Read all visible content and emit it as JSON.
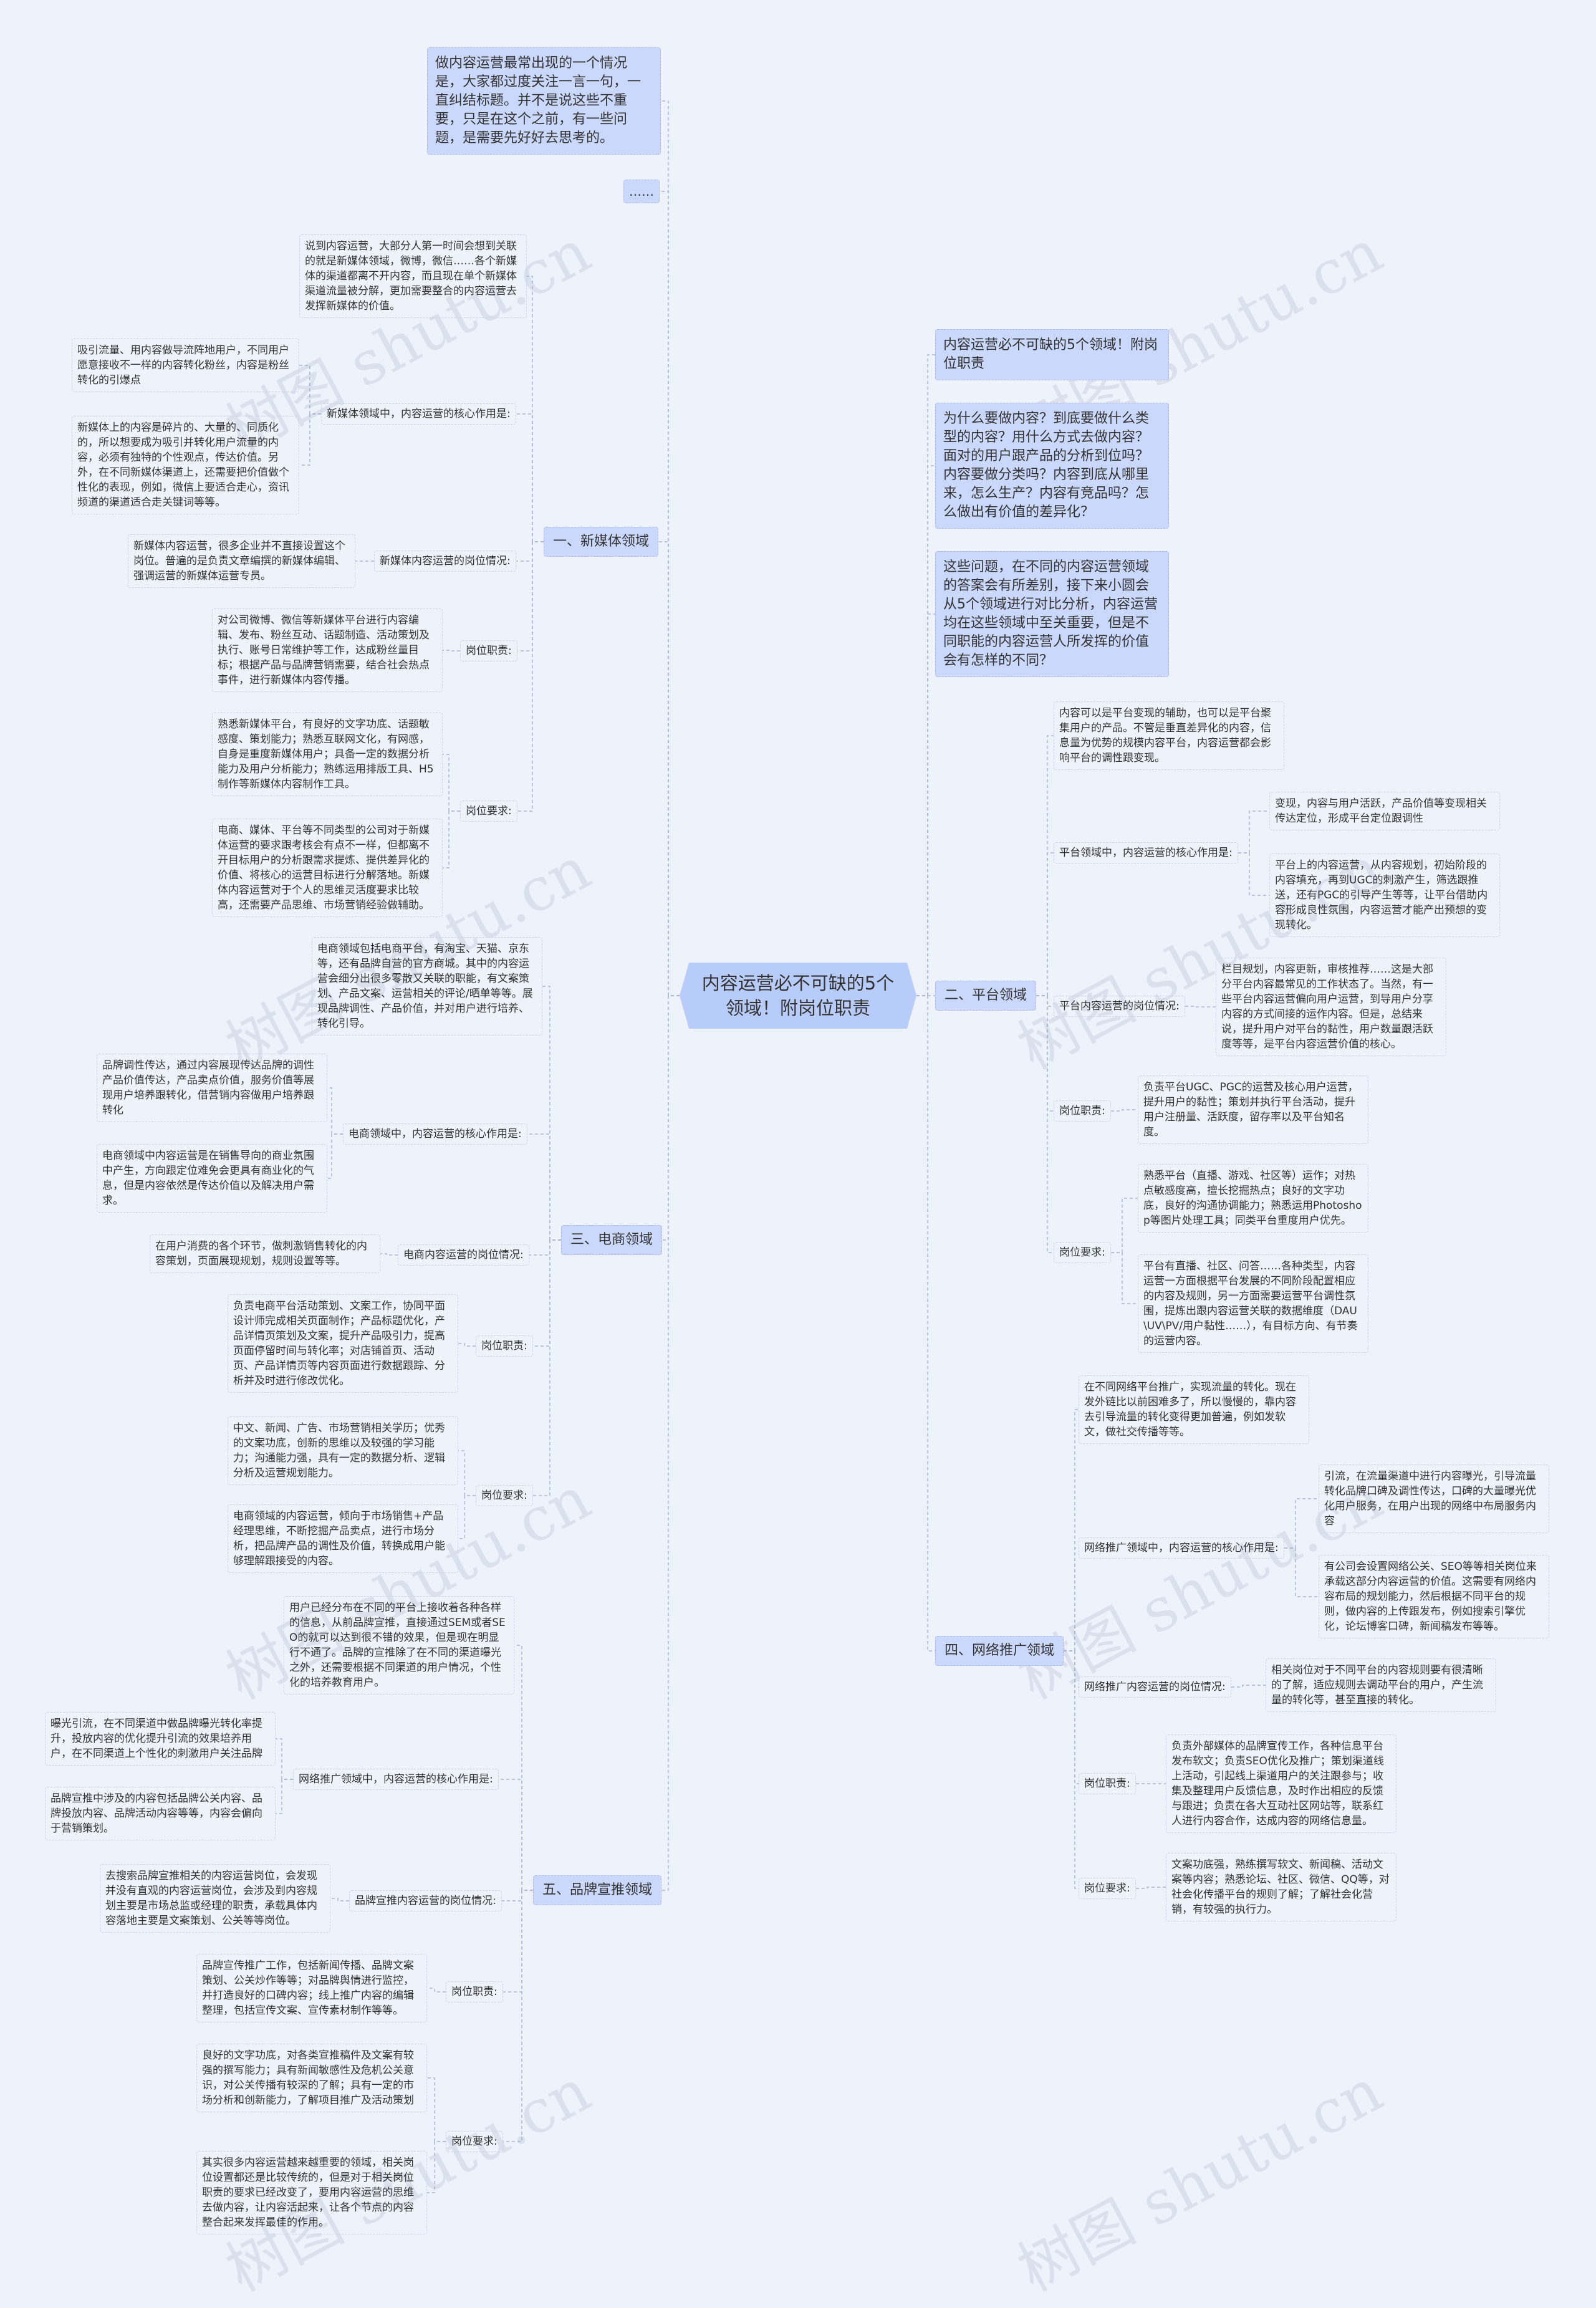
{
  "center": "内容运营必不可缺的5个领域！附岗位职责",
  "watermark": "树图 shutu.cn",
  "right_intro": [
    "内容运营必不可缺的5个领域！附岗位职责",
    "为什么要做内容？到底要做什么类型的内容？用什么方式去做内容？面对的用户跟产品的分析到位吗？内容要做分类吗？内容到底从哪里来，怎么生产？内容有竞品吗？怎么做出有价值的差异化？",
    "这些问题，在不同的内容运营领域的答案会有所差别，接下来小圆会从5个领域进行对比分析，内容运营均在这些领域中至关重要，但是不同职能的内容运营人所发挥的价值会有怎样的不同？"
  ],
  "left_intro": [
    "做内容运营最常出现的一个情况是，大家都过度关注一言一句，一直纠结标题。并不是说这些不重要，只是在这个之前，有一些问题，是需要先好好去思考的。",
    "……"
  ],
  "b1": {
    "title": "一、新媒体领域",
    "intro": "说到内容运营，大部分人第一时间会想到关联的就是新媒体领域，微博，微信……各个新媒体的渠道都离不开内容，而且现在单个新媒体渠道流量被分解，更加需要整合的内容运营去发挥新媒体的价值。",
    "core_label": "新媒体领域中，内容运营的核心作用是:",
    "core": [
      "吸引流量、用内容做导流阵地用户，不同用户愿意接收不一样的内容转化粉丝，内容是粉丝转化的引爆点",
      "新媒体上的内容是碎片的、大量的、同质化的，所以想要成为吸引并转化用户流量的内容，必须有独特的个性观点，传达价值。另外，在不同新媒体渠道上，还需要把价值做个性化的表现，例如，微信上要适合走心，资讯频道的渠道适合走关键词等等。"
    ],
    "pos_label": "新媒体内容运营的岗位情况:",
    "pos": "新媒体内容运营，很多企业并不直接设置这个岗位。普遍的是负责文章编撰的新媒体编辑、强调运营的新媒体运营专员。",
    "duty_label": "岗位职责:",
    "duty": "对公司微博、微信等新媒体平台进行内容编辑、发布、粉丝互动、话题制造、活动策划及执行、账号日常维护等工作，达成粉丝量目标；根据产品与品牌营销需要，结合社会热点事件，进行新媒体内容传播。",
    "req_label": "岗位要求:",
    "req": [
      "熟悉新媒体平台，有良好的文字功底、话题敏感度、策划能力；熟悉互联网文化，有网感，自身是重度新媒体用户；具备一定的数据分析能力及用户分析能力；熟练运用排版工具、H5制作等新媒体内容制作工具。",
      "电商、媒体、平台等不同类型的公司对于新媒体运营的要求跟考核会有点不一样，但都离不开目标用户的分析跟需求提炼、提供差异化的价值、将核心的运营目标进行分解落地。新媒体内容运营对于个人的思维灵活度要求比较高，还需要产品思维、市场营销经验做辅助。"
    ]
  },
  "b3": {
    "title": "三、电商领域",
    "intro": "电商领域包括电商平台，有淘宝、天猫、京东等，还有品牌自营的官方商城。其中的内容运营会细分出很多零散又关联的职能，有文案策划、产品文案、运营相关的评论/晒单等等。展现品牌调性、产品价值，并对用户进行培养、转化引导。",
    "core_label": "电商领域中，内容运营的核心作用是:",
    "core": [
      "品牌调性传达，通过内容展现传达品牌的调性产品价值传达，产品卖点价值，服务价值等展现用户培养跟转化，借营销内容做用户培养跟转化",
      "电商领域中内容运营是在销售导向的商业氛围中产生，方向跟定位难免会更具有商业化的气息，但是内容依然是传达价值以及解决用户需求。"
    ],
    "pos_label": "电商内容运营的岗位情况:",
    "pos": "在用户消费的各个环节，做刺激销售转化的内容策划，页面展现规划，规则设置等等。",
    "duty_label": "岗位职责:",
    "duty": "负责电商平台活动策划、文案工作，协同平面设计师完成相关页面制作；产品标题优化，产品详情页策划及文案，提升产品吸引力，提高页面停留时间与转化率；对店铺首页、活动页、产品详情页等内容页面进行数据跟踪、分析并及时进行修改优化。",
    "req_label": "岗位要求:",
    "req": [
      "中文、新闻、广告、市场营销相关学历；优秀的文案功底，创新的思维以及较强的学习能力；沟通能力强，具有一定的数据分析、逻辑分析及运营规划能力。",
      "电商领域的内容运营，倾向于市场销售+产品经理思维，不断挖掘产品卖点，进行市场分析，把品牌产品的调性及价值，转换成用户能够理解跟接受的内容。"
    ]
  },
  "b5": {
    "title": "五、品牌宣推领域",
    "intro": "用户已经分布在不同的平台上接收着各种各样的信息，从前品牌宣推，直接通过SEM或者SEO的就可以达到很不错的效果，但是现在明显行不通了。品牌的宣推除了在不同的渠道曝光之外，还需要根据不同渠道的用户情况，个性化的培养教育用户。",
    "core_label": "网络推广领域中，内容运营的核心作用是:",
    "core": [
      "曝光引流，在不同渠道中做品牌曝光转化率提升，投放内容的优化提升引流的效果培养用户，在不同渠道上个性化的刺激用户关注品牌",
      "品牌宣推中涉及的内容包括品牌公关内容、品牌投放内容、品牌活动内容等等，内容会偏向于营销策划。"
    ],
    "pos_label": "品牌宣推内容运营的岗位情况:",
    "pos": "去搜索品牌宣推相关的内容运营岗位，会发现并没有直观的内容运营岗位，会涉及到内容规划主要是市场总监或经理的职责，承载具体内容落地主要是文案策划、公关等等岗位。",
    "duty_label": "岗位职责:",
    "duty": "品牌宣传推广工作，包括新闻传播、品牌文案策划、公关炒作等等；对品牌舆情进行监控，并打造良好的口碑内容；线上推广内容的编辑整理，包括宣传文案、宣传素材制作等等。",
    "req_label": "岗位要求:",
    "req": [
      "良好的文字功底，对各类宣推稿件及文案有较强的撰写能力；具有新闻敏感性及危机公关意识，对公关传播有较深的了解；具有一定的市场分析和创新能力，了解项目推广及活动策划",
      "其实很多内容运营越来越重要的领域，相关岗位设置都还是比较传统的，但是对于相关岗位职责的要求已经改变了，要用内容运营的思维去做内容，让内容活起来，让各个节点的内容整合起来发挥最佳的作用。"
    ]
  },
  "b2": {
    "title": "二、平台领域",
    "intro": "内容可以是平台变现的辅助，也可以是平台聚集用户的产品。不管是垂直差异化的内容，信息量为优势的规模内容平台，内容运营都会影响平台的调性跟变现。",
    "core_label": "平台领域中，内容运营的核心作用是:",
    "core": [
      "变现，内容与用户活跃，产品价值等变现相关传达定位，形成平台定位跟调性",
      "平台上的内容运营，从内容规划，初始阶段的内容填充，再到UGC的刺激产生，筛选跟推送，还有PGC的引导产生等等，让平台借助内容形成良性氛围，内容运营才能产出预想的变现转化。"
    ],
    "pos_label": "平台内容运营的岗位情况:",
    "pos": "栏目规划，内容更新，审核推荐……这是大部分平台内容最常见的工作状态了。当然，有一些平台内容运营偏向用户运营，到导用户分享内容的方式间接的运作内容。但是，总结来说，提升用户对平台的黏性，用户数量跟活跃度等等，是平台内容运营价值的核心。",
    "duty_label": "岗位职责:",
    "duty": "负责平台UGC、PGC的运营及核心用户运营，提升用户的黏性；策划并执行平台活动，提升用户注册量、活跃度，留存率以及平台知名度。",
    "req_label": "岗位要求:",
    "req": [
      "熟悉平台（直播、游戏、社区等）运作；对热点敏感度高，擅长挖掘热点；良好的文字功底，良好的沟通协调能力；熟悉运用Photoshop等图片处理工具；同类平台重度用户优先。",
      "平台有直播、社区、问答……各种类型，内容运营一方面根据平台发展的不同阶段配置相应的内容及规则，另一方面需要运营平台调性氛围，提炼出跟内容运营关联的数据维度（DAU\\UV\\PV/用户黏性……），有目标方向、有节奏的运营内容。"
    ]
  },
  "b4": {
    "title": "四、网络推广领域",
    "intro": "在不同网络平台推广，实现流量的转化。现在发外链比以前困难多了，所以慢慢的，靠内容去引导流量的转化变得更加普遍，例如发软文，做社交传播等等。",
    "core_label": "网络推广领域中，内容运营的核心作用是:",
    "core": [
      "引流，在流量渠道中进行内容曝光，引导流量转化品牌口碑及调性传达，口碑的大量曝光优化用户服务，在用户出现的网络中布局服务内容",
      "有公司会设置网络公关、SEO等等相关岗位来承载这部分内容运营的价值。这需要有网络内容布局的规划能力，然后根据不同平台的规则，做内容的上传跟发布，例如搜索引擎优化，论坛博客口碑，新闻稿发布等等。"
    ],
    "pos_label": "网络推广内容运营的岗位情况:",
    "pos": "相关岗位对于不同平台的内容规则要有很清晰的了解，适应规则去调动平台的用户，产生流量的转化等，甚至直接的转化。",
    "duty_label": "岗位职责:",
    "duty": "负责外部媒体的品牌宣传工作，各种信息平台发布软文；负责SEO优化及推广；策划渠道线上活动，引起线上渠道用户的关注跟参与；收集及整理用户反馈信息，及时作出相应的反馈与跟进；负责在各大互动社区网站等，联系红人进行内容合作，达成内容的网络信息量。",
    "req_label": "岗位要求:",
    "req": [
      "文案功底强，熟练撰写软文、新闻稿、活动文案等内容；熟悉论坛、社区、微信、QQ等，对社会化传播平台的规则了解；了解社会化营销，有较强的执行力。"
    ]
  }
}
